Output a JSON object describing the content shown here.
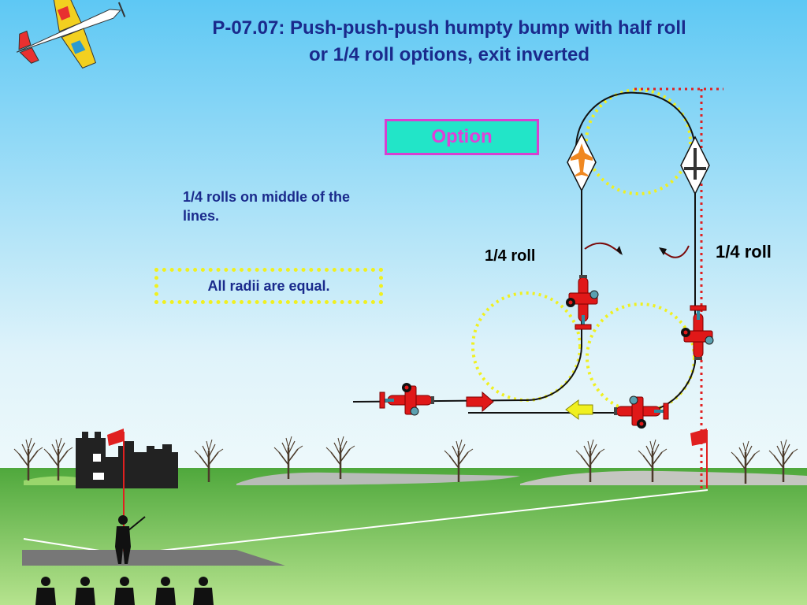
{
  "title_line1": "P-07.07: Push-push-push humpty bump with half roll",
  "title_line2": "or 1/4  roll options, exit inverted",
  "option_label": "Option",
  "note_quarter_rolls": "1/4  rolls on middle of the lines.",
  "note_radii": "All radii are equal.",
  "roll_label_left": "1/4  roll",
  "roll_label_right": "1/4  roll",
  "colors": {
    "sky_top": "#5ec8f4",
    "sky_bottom": "#dff3fa",
    "grass": "#67c04e",
    "title": "#1a2a8c",
    "option_fill": "#22e5c8",
    "option_border": "#d83fd1",
    "radii_dots": "#f0f020",
    "plane_red": "#e01818",
    "vertical_marker": "#e02020"
  },
  "icons": {
    "logo_plane": "aerobatic-plane-icon",
    "flight_plane": "red-biplane-icon",
    "direction_arrow_right": "red-arrow-icon",
    "direction_arrow_left": "yellow-arrow-icon",
    "roll_symbol": "quarter-roll-diamond-icon",
    "pilot": "pilot-silhouette-icon",
    "spectators": "judges-silhouette-icon",
    "flag": "red-flag-icon",
    "castle": "castle-ruin-icon",
    "tree": "bare-tree-icon"
  }
}
